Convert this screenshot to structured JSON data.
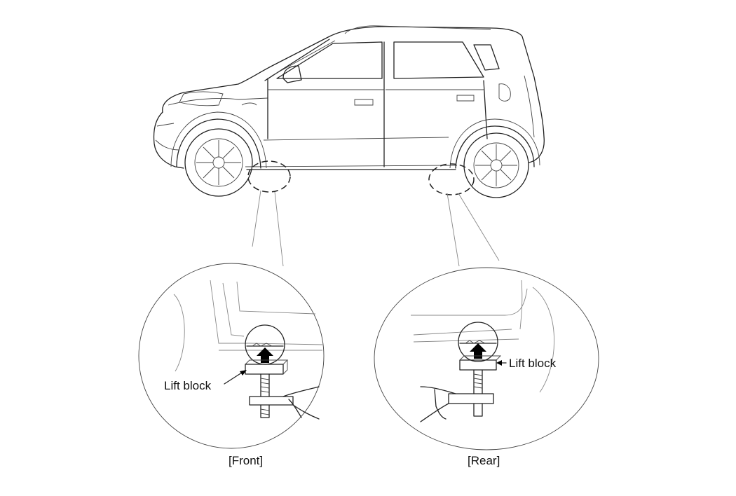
{
  "labels": {
    "front_lift_block": "Lift block",
    "rear_lift_block": "Lift block",
    "front_caption": "[Front]",
    "rear_caption": "[Rear]"
  },
  "colors": {
    "line": "#222222",
    "background": "#ffffff",
    "arrow_fill": "#000000"
  }
}
